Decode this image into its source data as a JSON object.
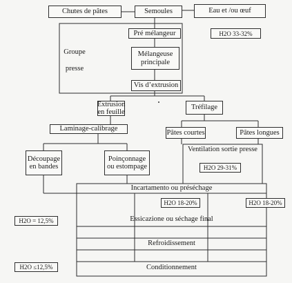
{
  "nodes": {
    "chutes": "Chutes de pâtes",
    "semoules": "Semoules",
    "eau": "Eau et /ou œuf",
    "pre_melangeur": "Pré mélangeur",
    "h2o_premix": "H2O 33-32%",
    "groupe_presse": "Groupe\n\npresse",
    "melangeuse": "Mélangeuse\nprincipale",
    "vis": "Vis d’extrusion",
    "extrusion_feuille": "Extrusion\nen feuille",
    "trefilage": "Tréfilage",
    "laminage": "Laminage-calibrage",
    "pates_courtes": "Pâtes courtes",
    "pates_longues": "Pâtes longues",
    "decoupage": "Découpage\nen bandes",
    "poinconnage": "Poinçonnage\nou estompage",
    "ventilation": "Ventilation sortie presse",
    "h2o_ventilation": "H2O 29-31%",
    "incartamento": "Incartamento ou préséchage",
    "h2o_courtes": "H2O 18-20%",
    "h2o_longues": "H2O 18-20%",
    "h2o_final_left": "H2O = 12,5%",
    "essiccazione": "Essicazione ou séchage final",
    "refroidissement": "Refroidissement",
    "h2o_bottom_left": "H2O ≤12,5%",
    "conditionnement": "Conditionnement"
  }
}
